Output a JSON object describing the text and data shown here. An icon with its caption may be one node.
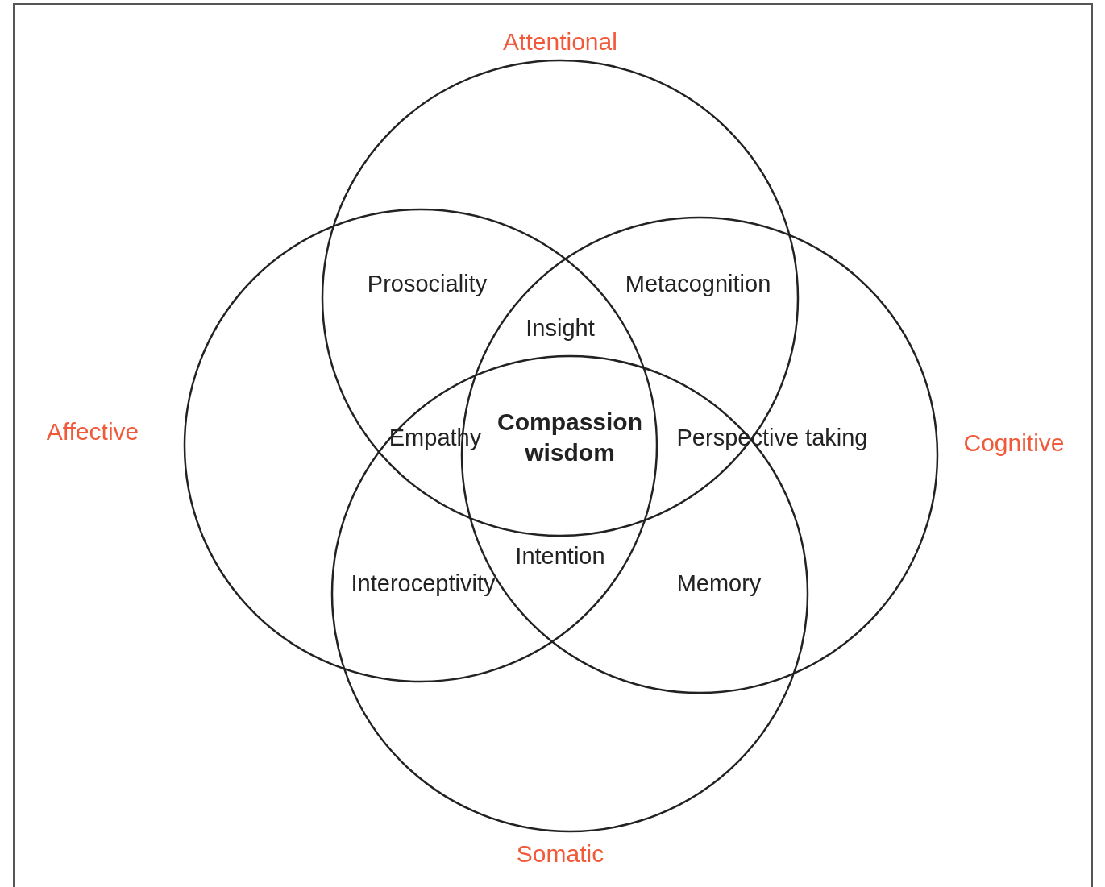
{
  "diagram": {
    "nodes": [
      {
        "text": [
          "Attentional"
        ]
      },
      {
        "text": [
          "Affective"
        ]
      },
      {
        "text": [
          "Cognitive"
        ]
      },
      {
        "text": [
          "Somatic"
        ]
      }
    ],
    "labels": [
      "Prosociality",
      "Metacognition",
      "Insight",
      "Empathy",
      "Compassion wisdom",
      "Perspective taking",
      "Intention",
      "Interoceptivity",
      "Memory"
    ]
  }
}
